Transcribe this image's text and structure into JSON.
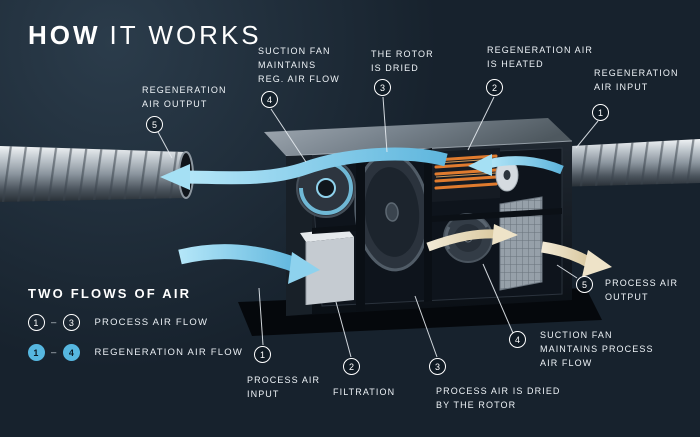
{
  "title": {
    "bold": "HOW",
    "rest": "IT WORKS"
  },
  "colors": {
    "background": "#17222d",
    "accent_blue": "#5fb6dd",
    "heater_orange": "#e07b2e",
    "process_tan": "#d9c89e",
    "text": "#ffffff"
  },
  "callouts": {
    "regen_output": {
      "num": "5",
      "label": "REGENERATION\nAIR OUTPUT"
    },
    "suction_fan_reg": {
      "num": "4",
      "label": "SUCTION FAN\nMAINTAINS\nREG. AIR FLOW"
    },
    "rotor_dried": {
      "num": "3",
      "label": "THE ROTOR\nIS DRIED"
    },
    "regen_heated": {
      "num": "2",
      "label": "REGENERATION AIR\nIS HEATED"
    },
    "regen_input": {
      "num": "1",
      "label": "REGENERATION\nAIR INPUT"
    },
    "process_input": {
      "num": "1",
      "label": "PROCESS AIR\nINPUT"
    },
    "filtration": {
      "num": "2",
      "label": "FILTRATION"
    },
    "process_dried": {
      "num": "3",
      "label": "PROCESS AIR IS DRIED\nBY THE ROTOR"
    },
    "suction_fan_process": {
      "num": "4",
      "label": "SUCTION FAN\nMAINTAINS PROCESS\nAIR FLOW"
    },
    "process_output": {
      "num": "5",
      "label": "PROCESS AIR\nOUTPUT"
    }
  },
  "legend": {
    "title": "TWO FLOWS OF AIR",
    "rows": [
      {
        "from": "1",
        "dash": "–",
        "to": "3",
        "label": "PROCESS AIR FLOW"
      },
      {
        "from": "1",
        "dash": "–",
        "to": "4",
        "label": "REGENERATION AIR FLOW"
      }
    ]
  }
}
